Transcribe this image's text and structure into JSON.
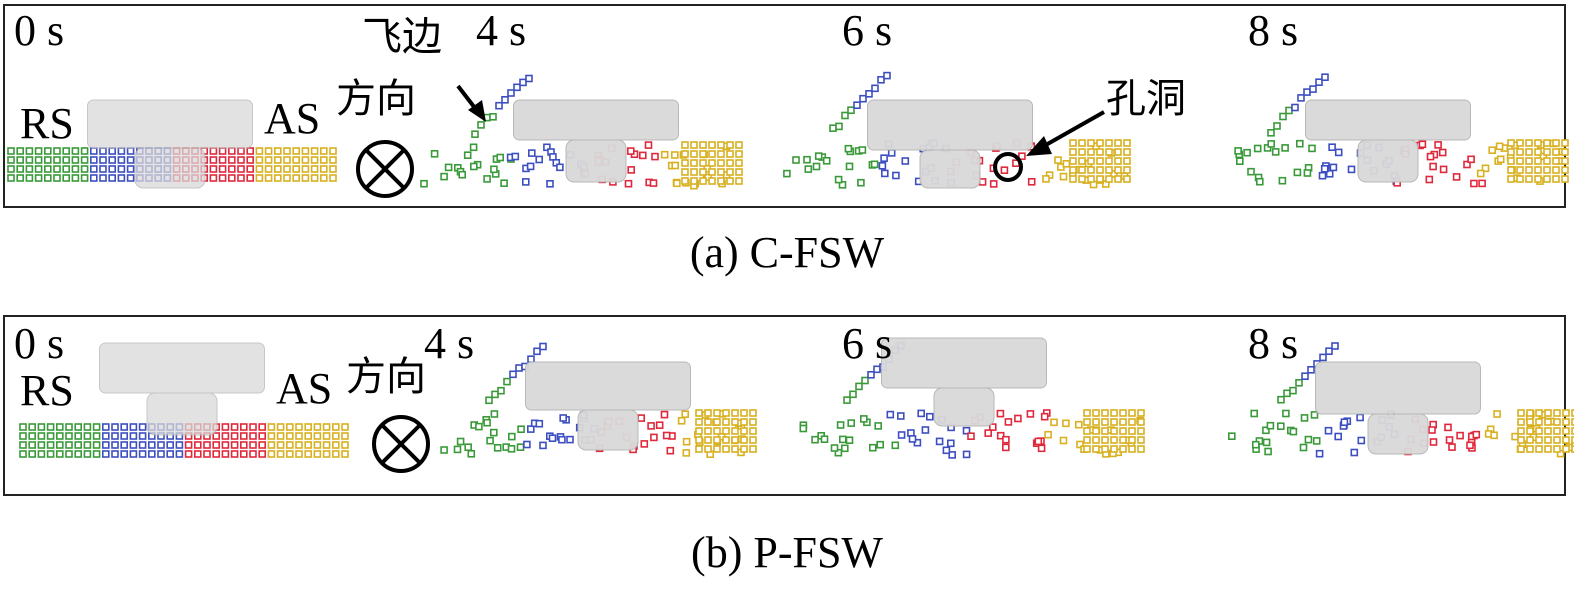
{
  "palette": {
    "green": "#3a9a3a",
    "blue": "#3d4fc0",
    "red": "#e0283c",
    "yellow": "#d8b020",
    "tool": "#d9d9d9",
    "tool_edge": "#b5b5b5"
  },
  "panels": [
    {
      "id": "a",
      "caption": "(a) C-FSW",
      "times": [
        "0 s",
        "4 s",
        "6 s",
        "8 s"
      ],
      "rs_label": "RS",
      "as_label": "AS",
      "direction_label": "方向",
      "direction_icon": "circle-cross-icon",
      "annotations": [
        {
          "text": "飞边",
          "meaning": "flash"
        },
        {
          "text": "孔洞",
          "meaning": "void"
        }
      ]
    },
    {
      "id": "b",
      "caption": "(b) P-FSW",
      "times": [
        "0 s",
        "4 s",
        "6 s",
        "8 s"
      ],
      "rs_label": "RS",
      "as_label": "AS",
      "direction_label": "方向",
      "direction_icon": "circle-cross-icon",
      "annotations": []
    }
  ]
}
